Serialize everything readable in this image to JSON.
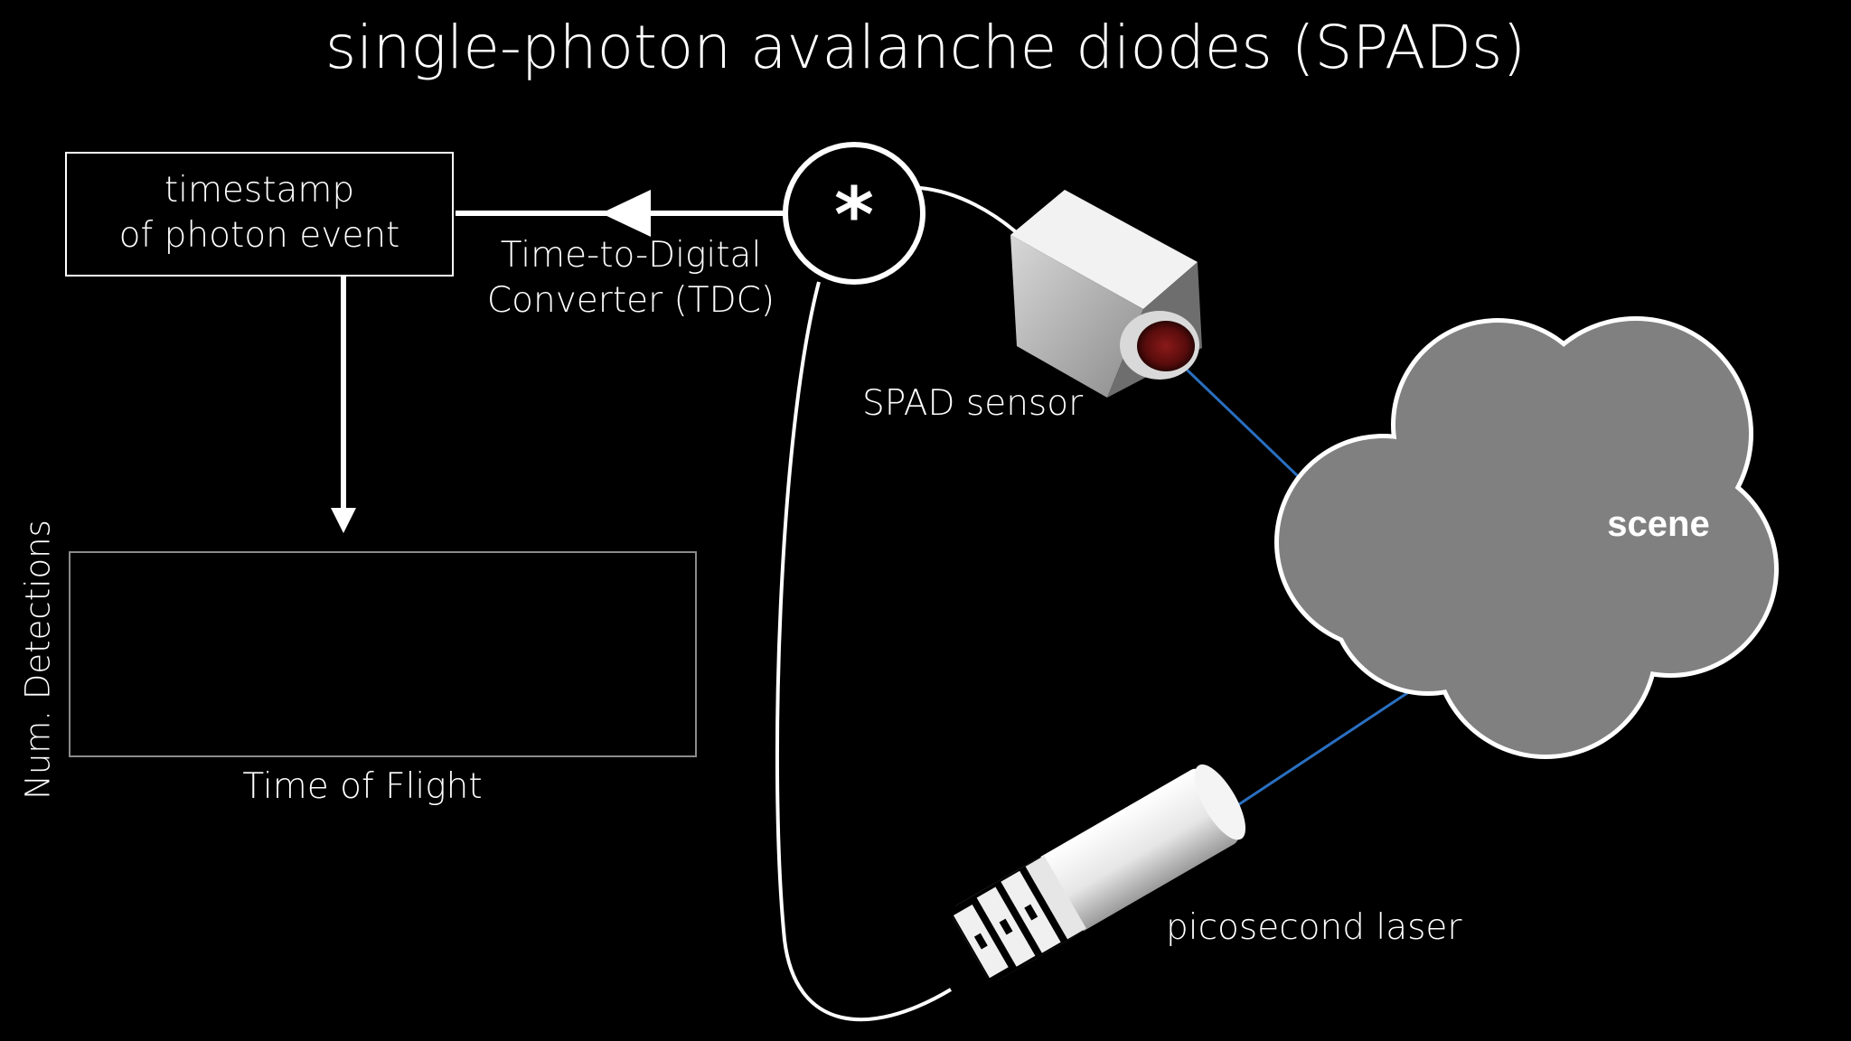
{
  "title": "single-photon avalanche diodes (SPADs)",
  "timestamp_box": {
    "line1": "timestamp",
    "line2": "of photon event"
  },
  "tdc": {
    "line1": "Time-to-Digital",
    "line2": "Converter (TDC)",
    "symbol": "*"
  },
  "histogram": {
    "ylabel": "Num. Detections",
    "xlabel": "Time of Flight"
  },
  "sensor_label": "SPAD sensor",
  "laser_label": "picosecond laser",
  "scene_label": "scene",
  "colors": {
    "background": "#000000",
    "foreground": "#ffffff",
    "scene_fill": "#808080",
    "beam": "#2a6fc0",
    "histogram_border": "#8a8a8a"
  }
}
